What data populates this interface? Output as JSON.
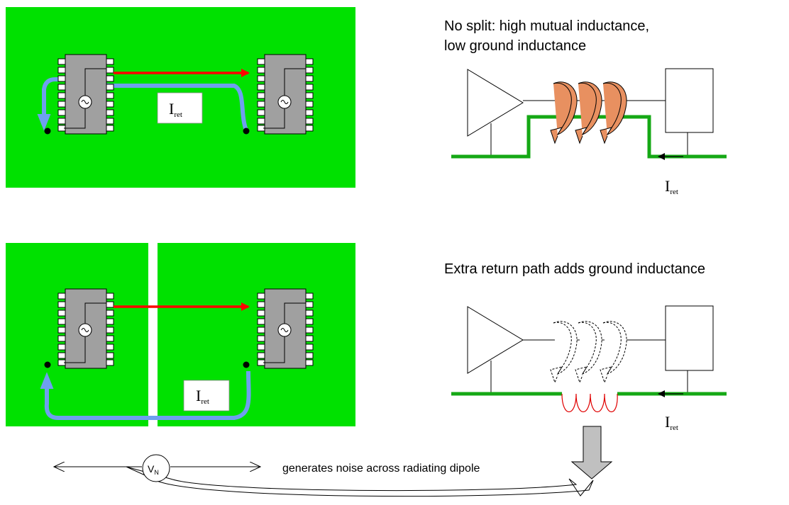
{
  "diagram": {
    "top_caption_line1": "No split: high mutual inductance,",
    "top_caption_line2": "low ground inductance",
    "bottom_caption": "Extra return path adds ground inductance",
    "noise_caption": "generates noise across radiating dipole",
    "iret_main": "I",
    "iret_sub": "ret",
    "vn_main": "V",
    "vn_sub": "N"
  },
  "colors": {
    "board_green": "#00e100",
    "trace_red": "#ff0000",
    "return_blue": "#6f9fef",
    "ground_line_green": "#15a815",
    "chip_gray": "#a0a0a0",
    "flux_orange": "#e89060",
    "inductor_red": "#e00000",
    "gray_arrow": "#c0c0c0"
  },
  "icons": {
    "chip": "ic-chip-icon",
    "source": "ac-source-icon",
    "amplifier": "buffer-amplifier-icon",
    "flux": "magnetic-flux-loop-icon",
    "inductor": "inductor-coil-icon"
  }
}
